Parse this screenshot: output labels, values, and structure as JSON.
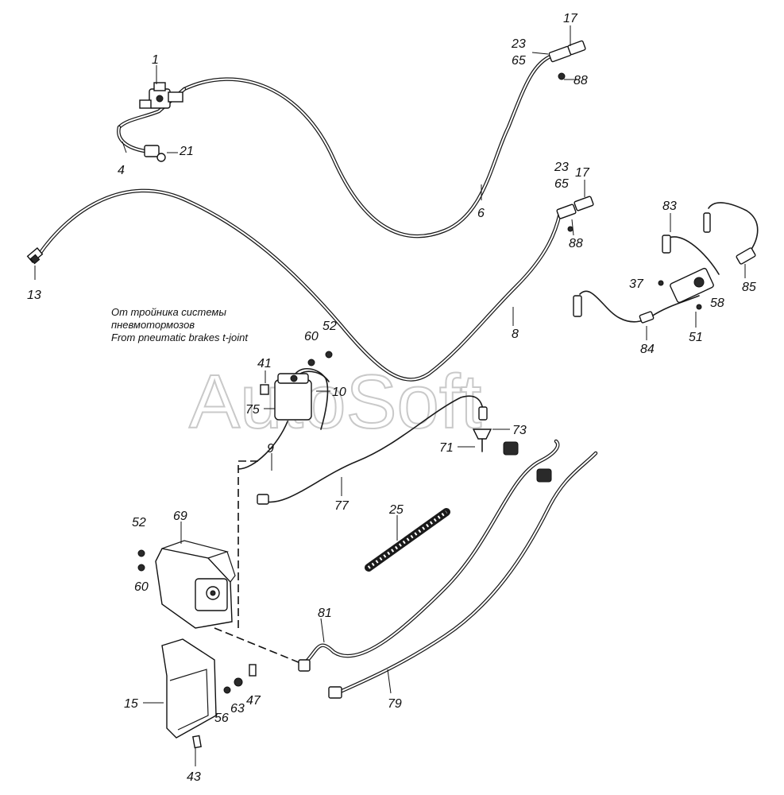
{
  "watermark": "AutoSoft",
  "note": {
    "line1": "От тройника системы",
    "line2": "пневмотормозов",
    "line3": "From pneumatic brakes t-joint"
  },
  "callouts": {
    "c1": "1",
    "c4": "4",
    "c21": "21",
    "c13": "13",
    "c6": "6",
    "c17a": "17",
    "c23a": "23",
    "c65a": "65",
    "c88a": "88",
    "c23b": "23",
    "c17b": "17",
    "c65b": "65",
    "c88b": "88",
    "c8": "8",
    "c83": "83",
    "c85": "85",
    "c37": "37",
    "c58": "58",
    "c84": "84",
    "c51": "51",
    "c60a": "60",
    "c52a": "52",
    "c41": "41",
    "c10": "10",
    "c75": "75",
    "c9": "9",
    "c73": "73",
    "c71": "71",
    "c77": "77",
    "c25": "25",
    "c52b": "52",
    "c69": "69",
    "c60b": "60",
    "c81": "81",
    "c79": "79",
    "c15": "15",
    "c56": "56",
    "c63": "63",
    "c47": "47",
    "c43": "43"
  }
}
